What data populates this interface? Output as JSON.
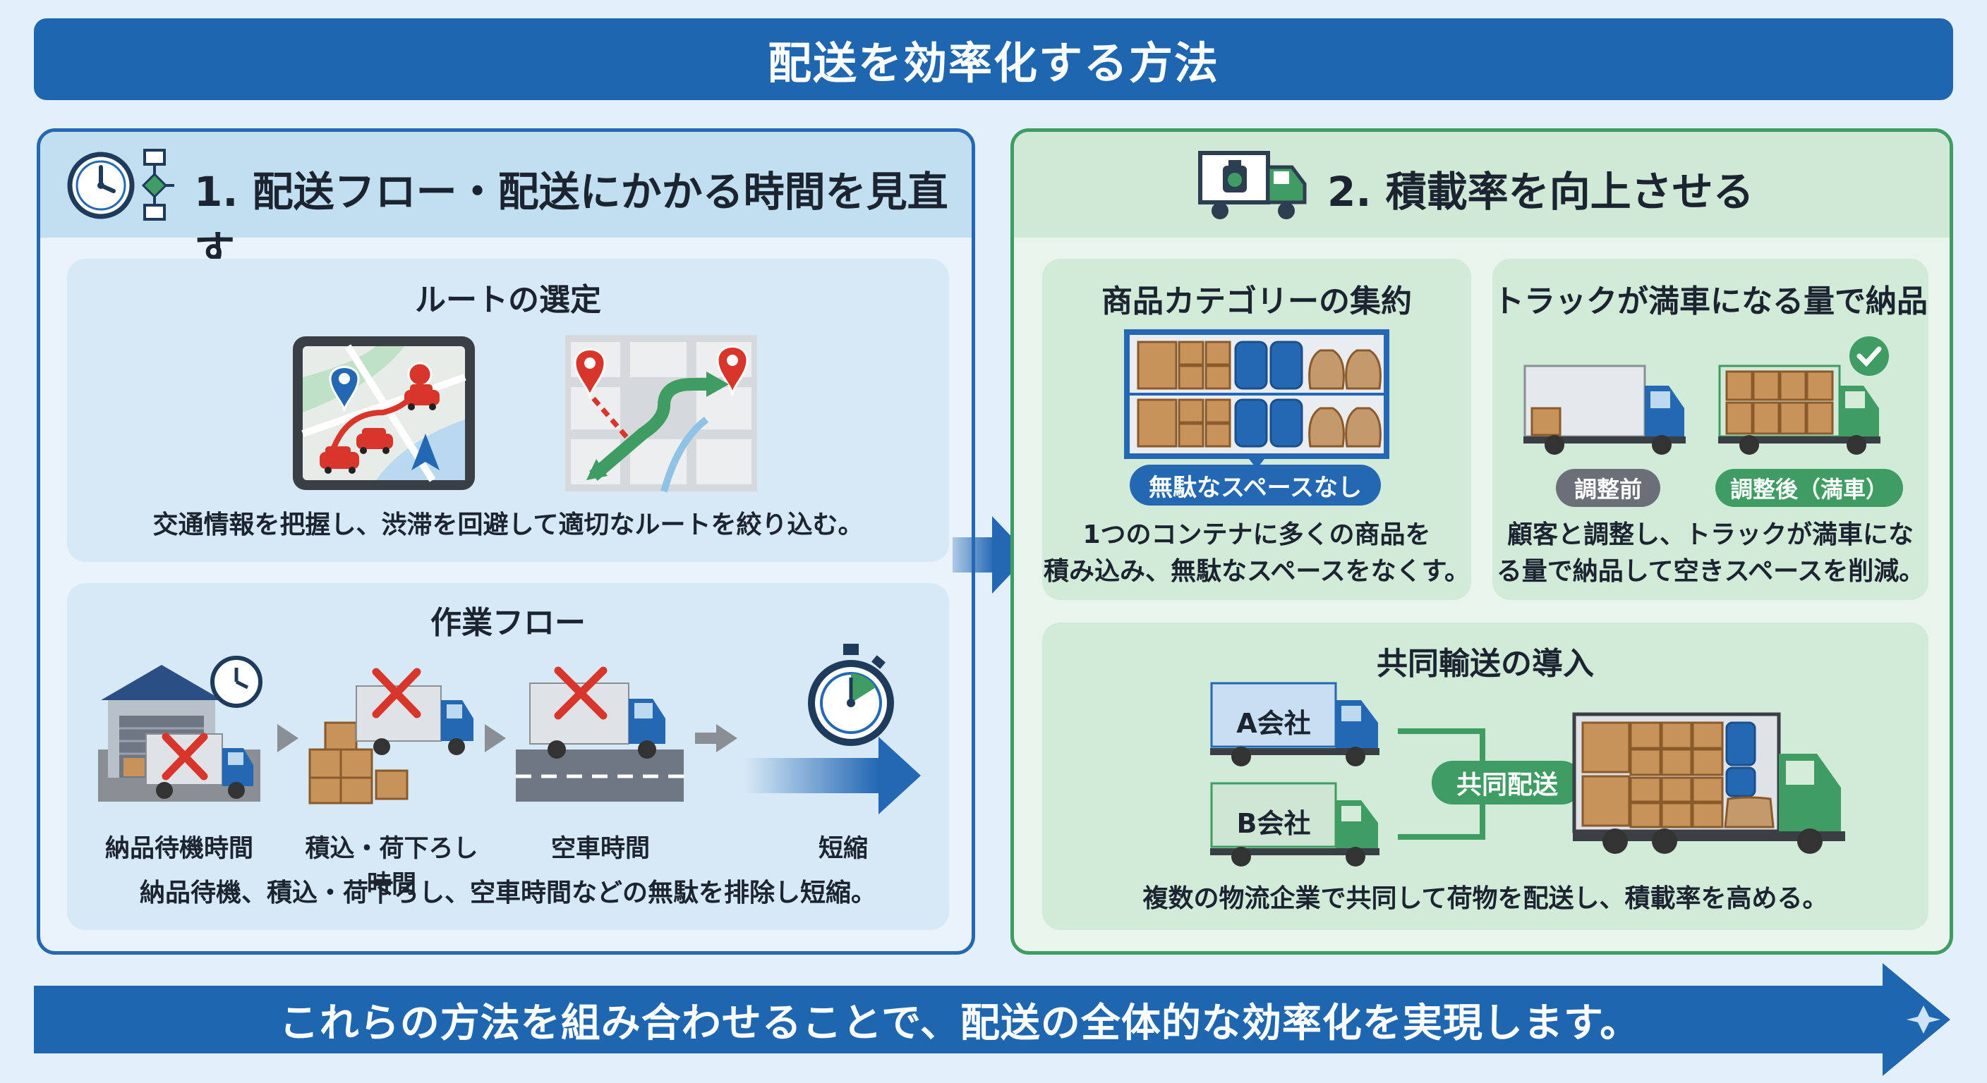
{
  "title": "配送を効率化する方法",
  "left_panel": {
    "heading": "1. 配送フロー・配送にかかる時間を見直す",
    "route": {
      "title": "ルートの選定",
      "caption": "交通情報を把握し、渋滞を回避して適切なルートを絞り込む。"
    },
    "flow": {
      "title": "作業フロー",
      "steps": [
        "納品待機時間",
        "積込・荷下ろし時間",
        "空車時間",
        "短縮"
      ],
      "caption": "納品待機、積込・荷下ろし、空車時間などの無駄を排除し短縮。"
    }
  },
  "right_panel": {
    "heading": "2. 積載率を向上させる",
    "category": {
      "title": "商品カテゴリーの集約",
      "badge": "無駄なスペースなし",
      "caption_line1": "1つのコンテナに多くの商品を",
      "caption_line2": "積み込み、無駄なスペースをなくす。"
    },
    "full_truck": {
      "title": "トラックが満車になる量で納品",
      "before_label": "調整前",
      "after_label": "調整後（満車）",
      "caption_line1": "顧客と調整し、トラックが満車にな",
      "caption_line2": "る量で納品して空きスペースを削減。"
    },
    "joint": {
      "title": "共同輸送の導入",
      "company_a": "A会社",
      "company_b": "B会社",
      "badge": "共同配送",
      "caption": "複数の物流企業で共同して荷物を配送し、積載率を高める。"
    }
  },
  "conclusion": "これらの方法を組み合わせることで、配送の全体的な効率化を実現します。",
  "colors": {
    "blue": "#1f66b1",
    "green": "#3f9c63",
    "red": "#d9362b",
    "background": "#e3eff9"
  },
  "icons": [
    "clock-icon",
    "flowchart-icon",
    "scale-truck-icon",
    "map-pin-icon",
    "navigation-icon",
    "cross-icon",
    "stopwatch-icon",
    "checkmark-icon"
  ]
}
